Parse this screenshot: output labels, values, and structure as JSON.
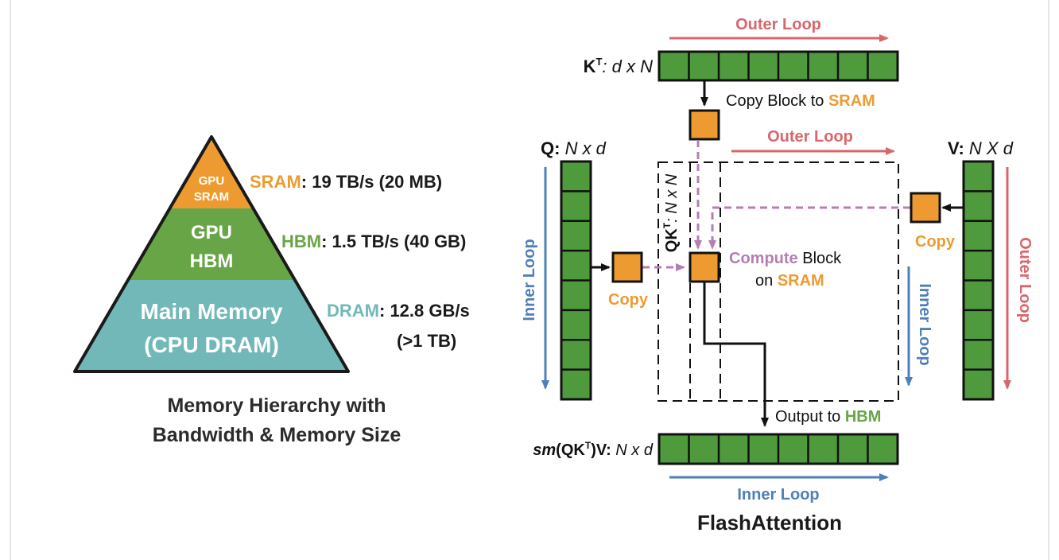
{
  "colors": {
    "sram": "#ED9B31",
    "hbm": "#68A546",
    "dram": "#72B8B9",
    "green_cell": "#4E9A3C",
    "outer_loop": "#D9666B",
    "inner_loop": "#4F7FB8",
    "dashed_arrow": "#B57EB3",
    "text": "#1a1a1a"
  },
  "pyramid": {
    "top_label_line1": "GPU",
    "top_label_line2": "SRAM",
    "mid_label_line1": "GPU",
    "mid_label_line2": "HBM",
    "bottom_label_line1": "Main Memory",
    "bottom_label_line2": "(CPU DRAM)"
  },
  "stats": {
    "sram_name": "SRAM",
    "sram_value": ": 19 TB/s (20 MB)",
    "hbm_name": "HBM",
    "hbm_value": ": 1.5 TB/s (40 GB)",
    "dram_name": "DRAM",
    "dram_value": ": 12.8 GB/s",
    "dram_value2": "(>1 TB)"
  },
  "left_caption": {
    "line1": "Memory Hierarchy with",
    "line2": "Bandwidth & Memory Size"
  },
  "flash": {
    "title": "FlashAttention",
    "kt_label_bold": "K",
    "kt_label_sup": "T",
    "kt_label_rest": ": d x N",
    "q_label_bold": "Q:",
    "q_label_rest": " N x d",
    "v_label_bold": "V:",
    "v_label_rest": " N X d",
    "qkt_label": "QK",
    "qkt_sup": "T",
    "qkt_rest": ": N x N",
    "out_label_fn": "sm",
    "out_label_mid": "(QK",
    "out_label_sup": "T",
    "out_label_end": ")V:",
    "out_label_rest": " N x d",
    "outer_loop_top": "Outer Loop",
    "outer_loop_mid": "Outer Loop",
    "outer_loop_right": "Outer Loop",
    "inner_loop_left": "Inner Loop",
    "inner_loop_right": "Inner Loop",
    "inner_loop_bottom": "Inner Loop",
    "copy_block_prefix": "Copy Block to ",
    "copy_block_sram": "SRAM",
    "copy_left": "Copy",
    "copy_right": "Copy",
    "compute_word": "Compute",
    "compute_rest": " Block",
    "on_word": "on ",
    "on_sram": "SRAM",
    "output_prefix": "Output to ",
    "output_hbm": "HBM"
  }
}
